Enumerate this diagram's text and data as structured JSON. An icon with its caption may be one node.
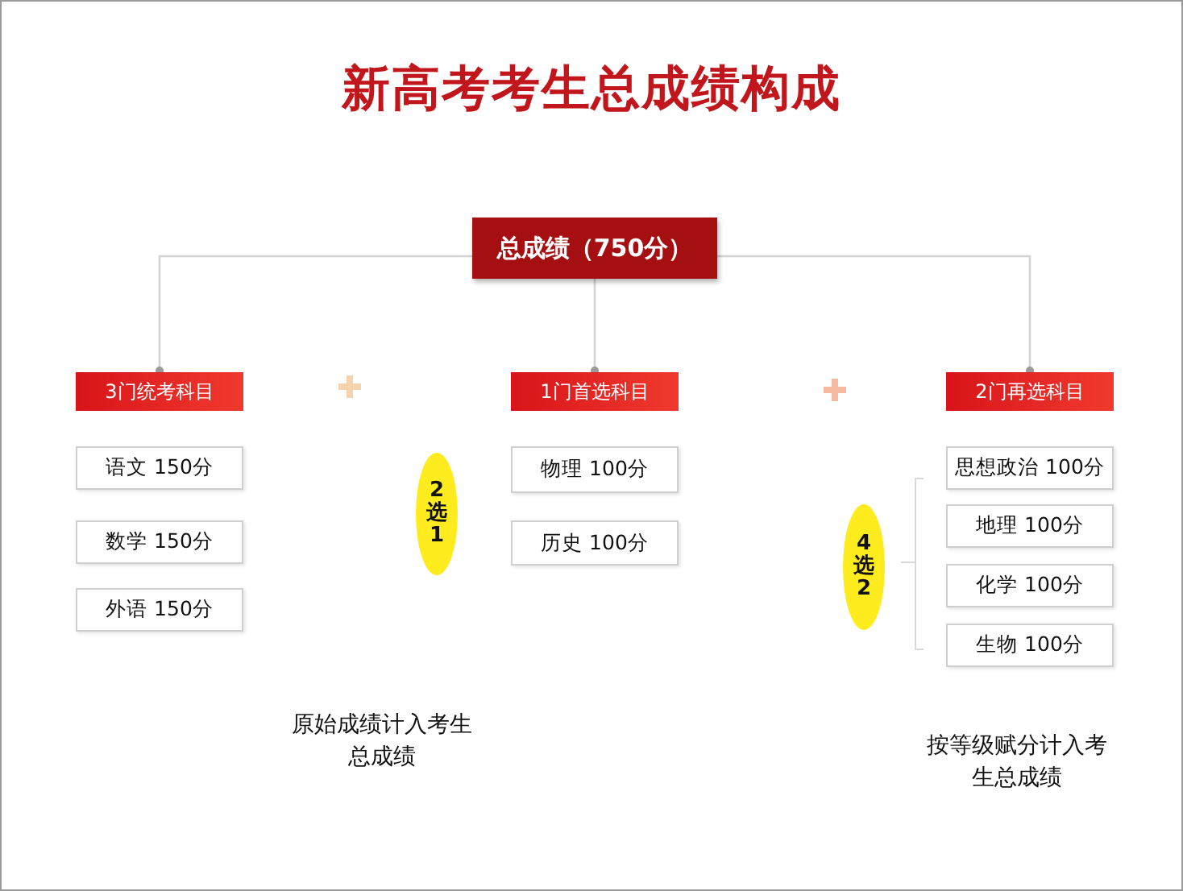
{
  "diagram": {
    "title": "新高考考生总成绩构成",
    "nodes": [
      {
        "text": [
          "总成绩（750分）"
        ]
      },
      {
        "text": [
          "3门统考科目"
        ]
      },
      {
        "text": [
          "1门首选科目"
        ]
      },
      {
        "text": [
          "2门再选科目"
        ]
      },
      {
        "text": [
          "语文 150分"
        ]
      },
      {
        "text": [
          "数学 150分"
        ]
      },
      {
        "text": [
          "外语 150分"
        ]
      },
      {
        "text": [
          "2选1"
        ]
      },
      {
        "text": [
          "物理 100分"
        ]
      },
      {
        "text": [
          "历史 100分"
        ]
      },
      {
        "text": [
          "4选2"
        ]
      },
      {
        "text": [
          "思想政治 100分"
        ]
      },
      {
        "text": [
          "地理 100分"
        ]
      },
      {
        "text": [
          "化学 100分"
        ]
      },
      {
        "text": [
          "生物 100分"
        ]
      }
    ],
    "edges": [
      {
        "from": 0,
        "to": 1,
        "arrow": "other"
      },
      {
        "from": 0,
        "to": 2,
        "arrow": "other"
      },
      {
        "from": 0,
        "to": 3,
        "arrow": "other"
      }
    ],
    "labels": [
      "原始成绩计入考生总成绩",
      "按等级赋分计入考生总成绩"
    ]
  }
}
